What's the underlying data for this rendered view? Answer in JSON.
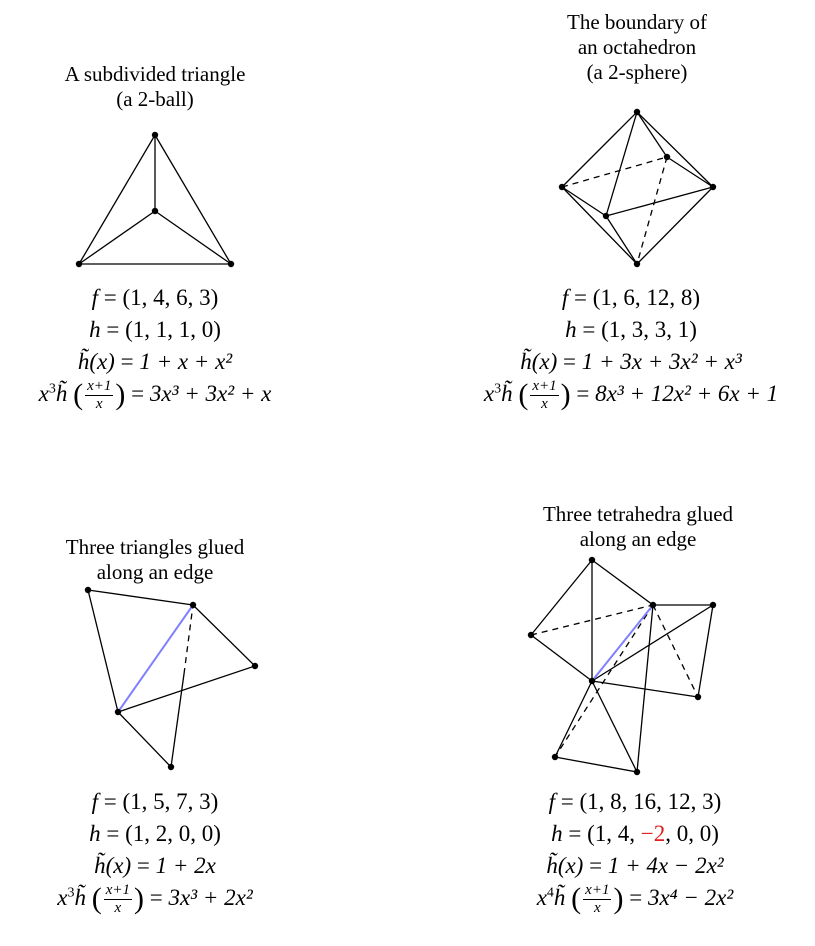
{
  "panels": {
    "tl": {
      "title": "A subdivided triangle\n(a 2-ball)",
      "f": {
        "lhs": "f",
        "vec": "(1, 4, 6, 3)"
      },
      "h": {
        "lhs": "h",
        "vec": "(1, 1, 1, 0)"
      },
      "ht": {
        "lhs": "h̃(x)",
        "rhs": "1 + x + x²"
      },
      "tr": {
        "pow": "3",
        "rhs": "3x³ + 3x² + x"
      }
    },
    "tr": {
      "title": "The boundary of\nan octahedron\n(a 2-sphere)",
      "f": {
        "lhs": "f",
        "vec": "(1, 6, 12, 8)"
      },
      "h": {
        "lhs": "h",
        "vec": "(1, 3, 3, 1)"
      },
      "ht": {
        "lhs": "h̃(x)",
        "rhs": "1 + 3x + 3x² + x³"
      },
      "tr": {
        "pow": "3",
        "rhs": "8x³ + 12x² + 6x + 1"
      }
    },
    "bl": {
      "title": "Three triangles glued\nalong an edge",
      "f": {
        "lhs": "f",
        "vec": "(1, 5, 7, 3)"
      },
      "h": {
        "lhs": "h",
        "vec": "(1, 2, 0, 0)"
      },
      "ht": {
        "lhs": "h̃(x)",
        "rhs": "1 + 2x"
      },
      "tr": {
        "pow": "3",
        "rhs": "3x³ + 2x²"
      }
    },
    "br": {
      "title": "Three tetrahedra glued\nalong an edge",
      "f": {
        "lhs": "f",
        "vec": "(1, 8, 16, 12, 3)"
      },
      "h": {
        "lhs": "h",
        "vec_pre": "(1, 4, ",
        "vec_neg": "−2",
        "vec_post": ", 0, 0)"
      },
      "ht": {
        "lhs": "h̃(x)",
        "rhs": "1 + 4x − 2x²"
      },
      "tr": {
        "pow": "4",
        "rhs": "3x⁴ − 2x²"
      }
    }
  },
  "fraction": {
    "num": "x+1",
    "den": "x"
  },
  "colors": {
    "highlight_edge": "#8080ff",
    "negative": "#e02020"
  }
}
